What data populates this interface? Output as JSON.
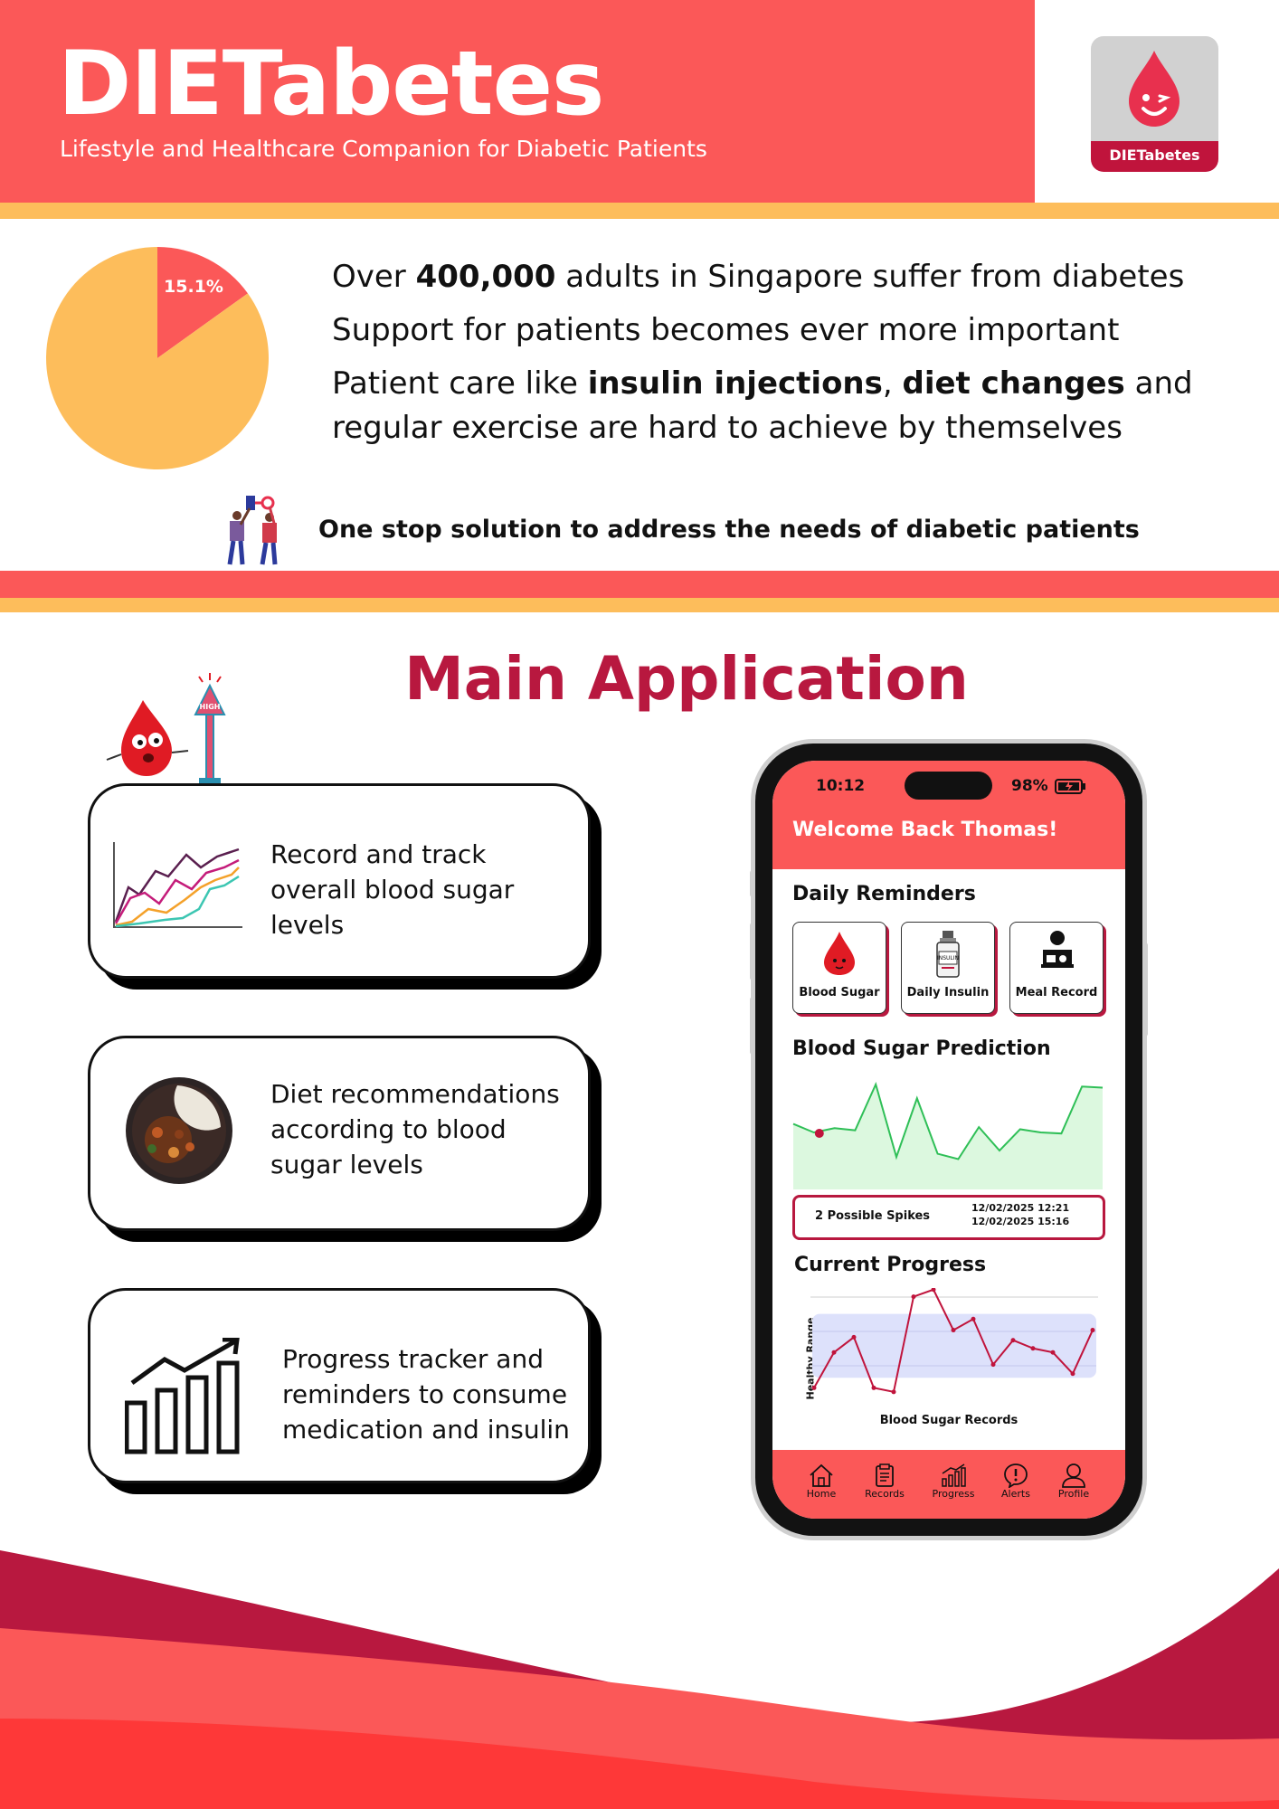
{
  "header": {
    "title": "DIETabetes",
    "subtitle": "Lifestyle and Healthcare Companion for Diabetic Patients",
    "logo_label": "DIETabetes",
    "colors": {
      "primary": "#fb5858",
      "accent": "#fdbd5b",
      "brand_dark": "#c0143c"
    }
  },
  "stats": {
    "pie_label": "15.1%",
    "pie_value_percent": 15.1,
    "line1": {
      "pre": "Over ",
      "bold": "400,000",
      "post": " adults in Singapore suffer from diabetes"
    },
    "line2": "Support for patients becomes ever more important",
    "line3": {
      "pre": "Patient care like ",
      "bold1": "insulin injections",
      "mid": ", ",
      "bold2": "diet changes",
      "post": " and"
    },
    "line4": "regular exercise are hard to achieve by themselves",
    "tagline": "One stop solution to address the needs of diabetic patients"
  },
  "main": {
    "title": "Main Application",
    "features": [
      {
        "icon": "line-chart-icon",
        "text": [
          "Record and track",
          "overall blood sugar",
          "levels"
        ]
      },
      {
        "icon": "curry-rice-bowl-icon",
        "text": [
          "Diet recommendations",
          "according to blood",
          "sugar levels"
        ]
      },
      {
        "icon": "growth-bar-chart-icon",
        "text": [
          "Progress tracker and",
          "reminders to consume",
          "medication and insulin"
        ]
      }
    ]
  },
  "phone": {
    "time": "10:12",
    "battery": "98%",
    "welcome": "Welcome Back Thomas!",
    "reminders_title": "Daily Reminders",
    "reminders": [
      {
        "label": "Blood Sugar",
        "icon": "blood-drop-icon"
      },
      {
        "label": "Daily Insulin",
        "icon": "insulin-vial-icon"
      },
      {
        "label": "Meal Record",
        "icon": "meal-person-icon"
      }
    ],
    "prediction_title": "Blood Sugar Prediction",
    "spikes_label": "2 Possible Spikes",
    "spike_times": [
      "12/02/2025 12:21",
      "12/02/2025 15:16"
    ],
    "progress_title": "Current Progress",
    "progress_ylabel": "Healthy Range",
    "progress_xlabel": "Blood Sugar Records",
    "nav": [
      {
        "label": "Home",
        "icon": "home-icon"
      },
      {
        "label": "Records",
        "icon": "records-icon"
      },
      {
        "label": "Progress",
        "icon": "progress-icon"
      },
      {
        "label": "Alerts",
        "icon": "alert-icon"
      },
      {
        "label": "Profile",
        "icon": "profile-icon"
      }
    ]
  },
  "chart_data": [
    {
      "type": "pie",
      "values": [
        15.1,
        84.9
      ],
      "labels": [
        "15.1%",
        ""
      ],
      "colors": [
        "#fb5858",
        "#fdbd5b"
      ]
    },
    {
      "type": "area",
      "title": "Blood Sugar Prediction",
      "values": [
        0.58,
        0.5,
        0.54,
        0.52,
        0.95,
        0.27,
        0.82,
        0.3,
        0.25,
        0.55,
        0.33,
        0.53,
        0.5,
        0.49,
        0.93,
        0.92
      ],
      "color": "#2fbf57"
    },
    {
      "type": "line",
      "title": "Current Progress",
      "xlabel": "Blood Sugar Records",
      "ylabel": "Healthy Range",
      "values": [
        0.05,
        0.4,
        0.55,
        0.05,
        0.01,
        0.95,
        1.08,
        0.62,
        0.73,
        0.28,
        0.52,
        0.44,
        0.4,
        0.19,
        0.62
      ],
      "healthy_range": [
        0.15,
        0.78
      ],
      "color": "#c0143c"
    }
  ]
}
